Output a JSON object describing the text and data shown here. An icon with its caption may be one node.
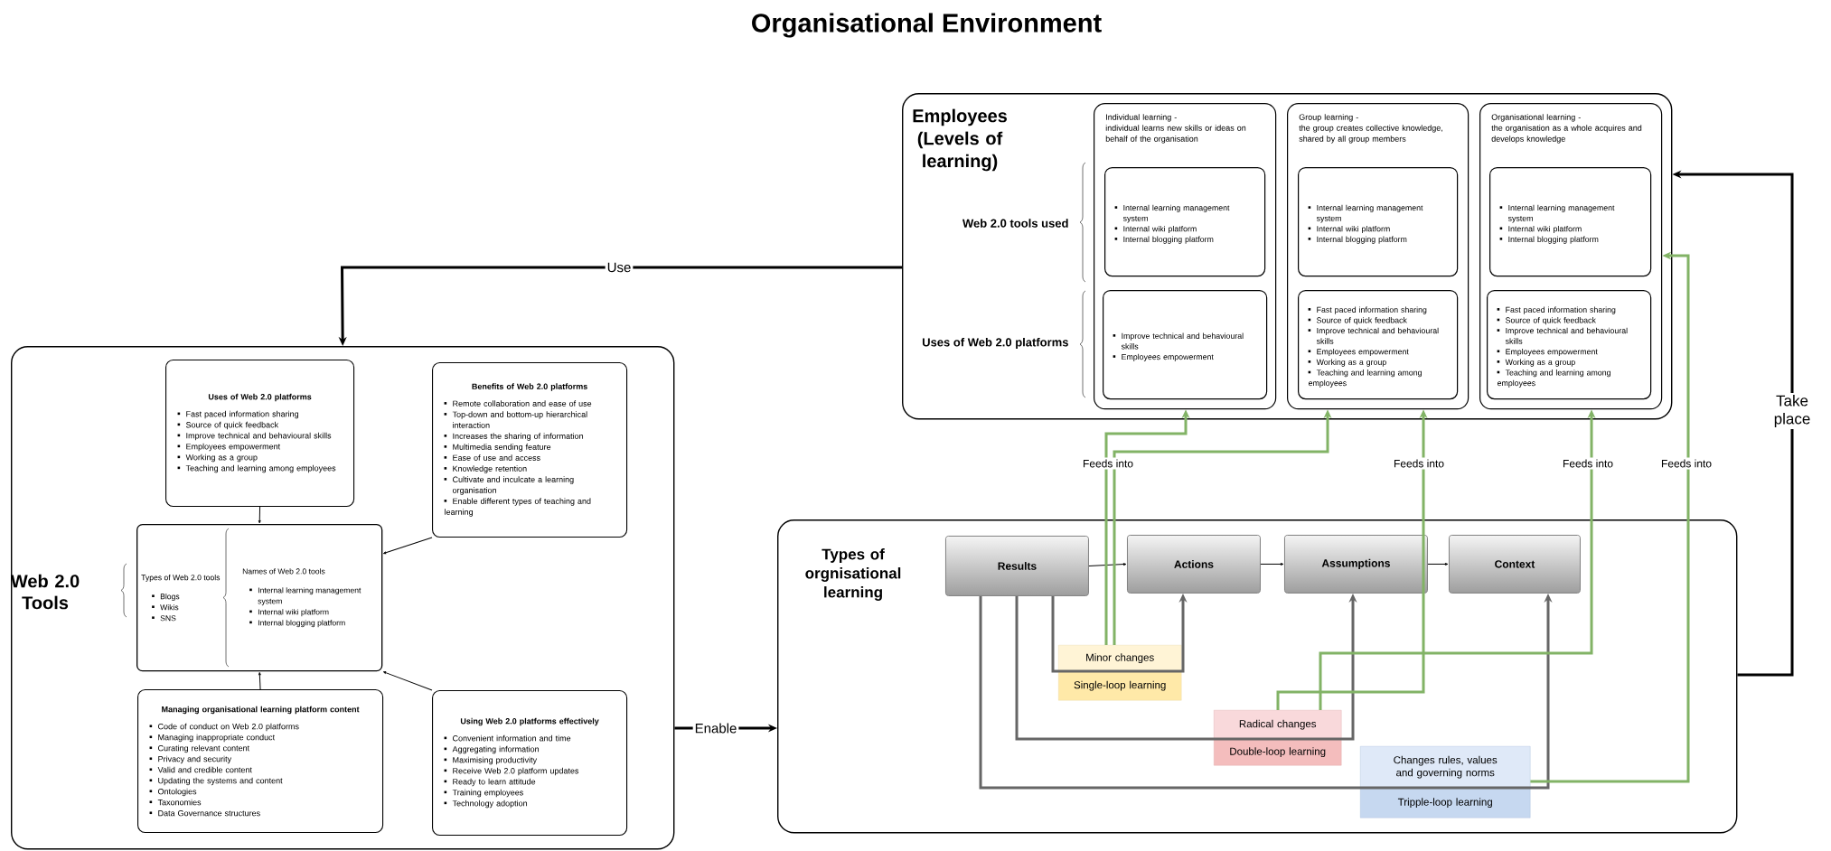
{
  "diagram": {
    "title": "Organisational Environment",
    "nodes": [
      {
        "text": [
          "Web 2.0 Tools"
        ]
      },
      {
        "text": [
          "Uses of Web 2.0 platforms",
          "Fast paced information sharing",
          "Source of quick feedback",
          "Improve technical and behavioural skills",
          "Employees empowerment",
          "Working as a group",
          "Teaching and learning among employees"
        ],
        "in": 0
      },
      {
        "text": [
          "Benefits of Web 2.0 platforms",
          "Remote collaboration and ease of use",
          "Top-down and bottom-up hierarchical interaction",
          "Increases the sharing of information",
          "Multimedia sending feature",
          "Ease of use and access",
          "Knowledge retention",
          "Cultivate and inculcate a learning organisation",
          "Enable different types of teaching and learning"
        ],
        "in": 0
      },
      {
        "text": [
          "Types of Web 2.0 tools",
          "Blogs",
          "Wikis",
          "SNS",
          "Names of Web 2.0 tools",
          "Internal learning management system",
          "Internal wiki platform",
          "Internal blogging platform"
        ],
        "in": 0
      },
      {
        "text": [
          "Managing organisational learning platform content",
          "Code of conduct on Web 2.0 platforms",
          "Managing inappropriate conduct",
          "Curating relevant content",
          "Privacy and security",
          "Valid and credible content",
          "Updating the systems and content",
          "Ontologies",
          "Taxonomies",
          "Data Governance structures"
        ],
        "in": 0
      },
      {
        "text": [
          "Using Web 2.0 platforms effectively",
          "Convenient information and time",
          "Aggregating information",
          "Maximising productivity",
          "Receive Web 2.0 platform updates",
          "Ready to learn attitude",
          "Training employees",
          "Technology adoption"
        ],
        "in": 0
      },
      {
        "text": [
          "Employees (Levels of learning)"
        ]
      },
      {
        "text": [
          "Individual learning -",
          "individual learns new skills or ideas on behalf of the organisation"
        ],
        "in": 6
      },
      {
        "text": [
          "Internal learning management system",
          "Internal wiki platform",
          "Internal blogging platform"
        ],
        "in": 7
      },
      {
        "text": [
          "Improve technical and behavioural skills",
          "Employees empowerment"
        ],
        "in": 7
      },
      {
        "text": [
          "Group learning -",
          "the group creates collective knowledge, shared by all group members"
        ],
        "in": 6
      },
      {
        "text": [
          "Internal learning management system",
          "Internal wiki platform",
          "Internal blogging platform"
        ],
        "in": 10
      },
      {
        "text": [
          "Fast paced information sharing",
          "Source of quick feedback",
          "Improve technical and behavioural skills",
          "Employees empowerment",
          "Working as a group",
          "Teaching and learning among employees"
        ],
        "in": 10
      },
      {
        "text": [
          "Organisational learning -",
          "the organisation as a whole acquires and develops knowledge"
        ],
        "in": 6
      },
      {
        "text": [
          "Internal learning management system",
          "Internal wiki platform",
          "Internal blogging platform"
        ],
        "in": 13
      },
      {
        "text": [
          "Fast paced information sharing",
          "Source of quick feedback",
          "Improve technical and behavioural skills",
          "Employees empowerment",
          "Working as a group",
          "Teaching and learning among employees"
        ],
        "in": 13
      },
      {
        "text": [
          "Types of orgnisational learning"
        ]
      },
      {
        "text": [
          "Results"
        ],
        "in": 16
      },
      {
        "text": [
          "Actions"
        ],
        "in": 16
      },
      {
        "text": [
          "Assumptions"
        ],
        "in": 16
      },
      {
        "text": [
          "Context"
        ],
        "in": 16
      },
      {
        "text": [
          "Minor changes"
        ],
        "in": 16
      },
      {
        "text": [
          "Single-loop learning"
        ],
        "in": 16
      },
      {
        "text": [
          "Radical changes"
        ],
        "in": 16
      },
      {
        "text": [
          "Double-loop learning"
        ],
        "in": 16
      },
      {
        "text": [
          "Changes rules, values and governing norms"
        ],
        "in": 16
      },
      {
        "text": [
          "Tripple-loop learning"
        ],
        "in": 16
      }
    ],
    "edges": [
      {
        "from": 6,
        "to": 0,
        "arrow": "to",
        "label": "Use"
      },
      {
        "from": 0,
        "to": 16,
        "arrow": "to",
        "label": "Enable"
      },
      {
        "from": 16,
        "to": 6,
        "arrow": "to",
        "label": "Take place"
      },
      {
        "from": 1,
        "to": 3,
        "arrow": "to"
      },
      {
        "from": 2,
        "to": 3,
        "arrow": "to"
      },
      {
        "from": 4,
        "to": 3,
        "arrow": "to"
      },
      {
        "from": 5,
        "to": 3,
        "arrow": "to"
      },
      {
        "from": 17,
        "to": 18,
        "arrow": "to"
      },
      {
        "from": 18,
        "to": 19,
        "arrow": "to"
      },
      {
        "from": 19,
        "to": 20,
        "arrow": "to"
      },
      {
        "from": 17,
        "to": 18,
        "arrow": "to",
        "color": "#666666"
      },
      {
        "from": 17,
        "to": 19,
        "arrow": "to",
        "color": "#666666"
      },
      {
        "from": 17,
        "to": 20,
        "arrow": "to",
        "color": "#666666"
      },
      {
        "from": 21,
        "to": 7,
        "arrow": "to",
        "label": "Feeds into",
        "color": "#82b366"
      },
      {
        "from": 21,
        "to": 10,
        "arrow": "to",
        "color": "#82b366"
      },
      {
        "from": 23,
        "to": 10,
        "arrow": "to",
        "label": "Feeds into",
        "color": "#82b366"
      },
      {
        "from": 23,
        "to": 13,
        "arrow": "to",
        "label": "Feeds into",
        "color": "#82b366"
      },
      {
        "from": 25,
        "to": 13,
        "arrow": "to",
        "label": "Feeds into",
        "color": "#82b366"
      }
    ],
    "labels": [
      "Web 2.0 tools used",
      "Uses of Web 2.0 platforms"
    ]
  }
}
